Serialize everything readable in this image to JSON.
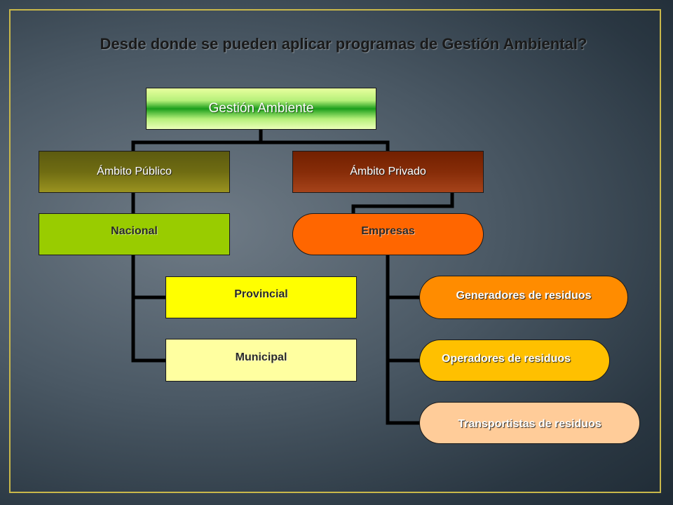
{
  "title": "Desde donde se pueden aplicar programas de Gestión Ambiental?",
  "nodes": {
    "root": "Gestión Ambiente",
    "publico": "Ámbito Público",
    "privado": "Ámbito Privado",
    "nacional": "Nacional",
    "provincial": "Provincial",
    "municipal": "Municipal",
    "empresas": "Empresas",
    "generadores": "Generadores de residuos",
    "operadores": "Operadores de residuos",
    "transportistas": "Transportistas de residuos"
  },
  "colors": {
    "frame": "#c9b84a",
    "nacional": "#99cc00",
    "provincial": "#ffff00",
    "municipal": "#ffffa0",
    "empresas": "#ff6600",
    "generadores": "#ff8c00",
    "operadores": "#ffc000",
    "transportistas": "#ffcc99"
  }
}
